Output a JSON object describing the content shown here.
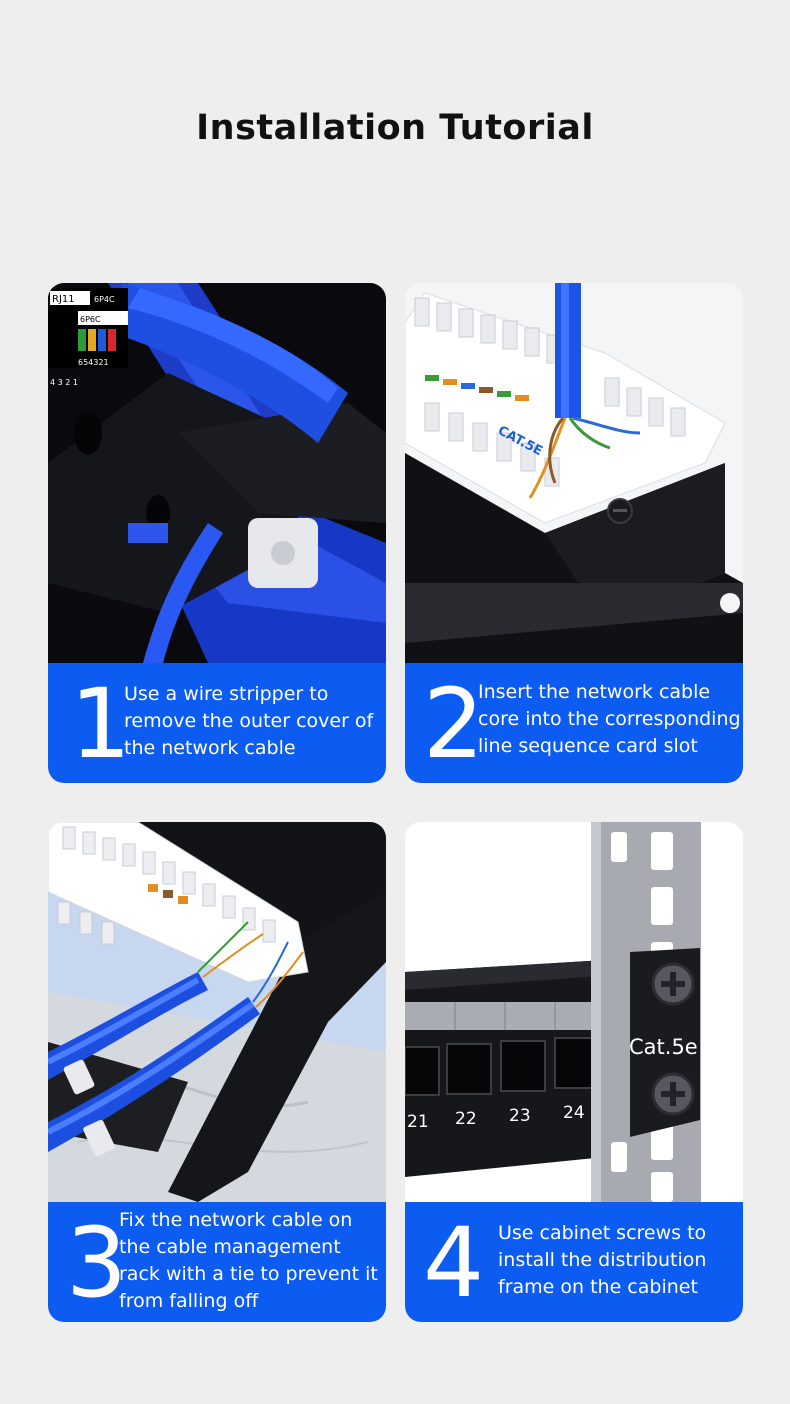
{
  "page": {
    "title": "Installation Tutorial"
  },
  "colors": {
    "background": "#eeeeee",
    "accent_blue": "#0d5cf2",
    "title_text": "#111111"
  },
  "steps": [
    {
      "number": "1",
      "text": "Use a wire stripper to remove the outer cover of the network cable",
      "photo": {
        "labels": [
          "RJ11",
          "6P4C",
          "6P6C",
          "654321",
          "4 3 2 1"
        ]
      }
    },
    {
      "number": "2",
      "text": "Insert the network cable core into the corresponding line sequence card slot",
      "photo": {
        "labels": [
          "CAT.5E"
        ]
      }
    },
    {
      "number": "3",
      "text": "Fix the network cable on the cable management rack with a tie to prevent it from falling off",
      "photo": {
        "labels": []
      }
    },
    {
      "number": "4",
      "text": "Use cabinet screws to install the distribution frame on the cabinet",
      "photo": {
        "labels": [
          "Cat.5e",
          "21",
          "22",
          "23",
          "24"
        ]
      }
    }
  ]
}
